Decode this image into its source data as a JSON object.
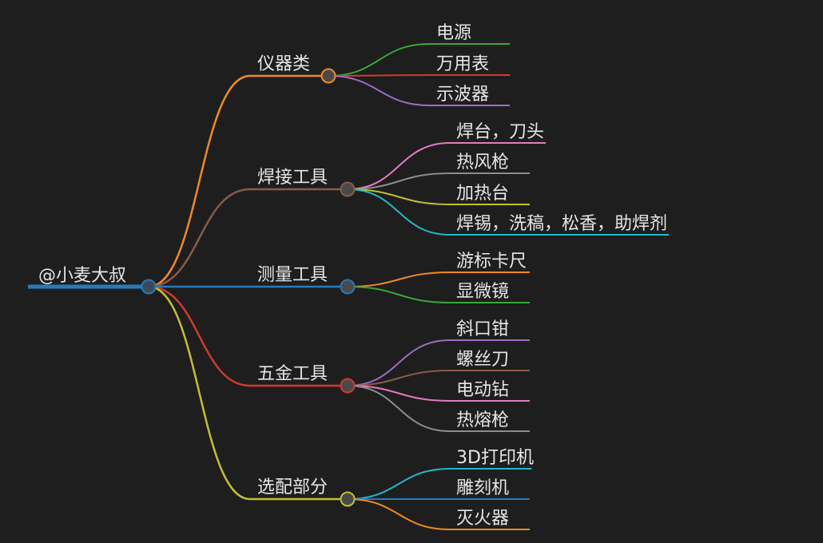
{
  "root": {
    "label": "@小麦大叔",
    "color": "#2a7ab8"
  },
  "branches": [
    {
      "label": "仪器类",
      "color": "#f28a1c",
      "leaves": [
        {
          "label": "电源",
          "color": "#3aa63a"
        },
        {
          "label": "万用表",
          "color": "#d33a2c"
        },
        {
          "label": "示波器",
          "color": "#9b6cc6"
        }
      ]
    },
    {
      "label": "焊接工具",
      "color": "#8a5a4a",
      "leaves": [
        {
          "label": "焊台，刀头",
          "color": "#e37bc0"
        },
        {
          "label": "热风枪",
          "color": "#8c8c8c"
        },
        {
          "label": "加热台",
          "color": "#c3c12c"
        },
        {
          "label": "焊锡，洗稿，松香，助焊剂",
          "color": "#1fb8c9"
        }
      ]
    },
    {
      "label": "测量工具",
      "color": "#2a7ab8",
      "leaves": [
        {
          "label": "游标卡尺",
          "color": "#f28a1c"
        },
        {
          "label": "显微镜",
          "color": "#3aa63a"
        }
      ]
    },
    {
      "label": "五金工具",
      "color": "#d33a2c",
      "leaves": [
        {
          "label": "斜口钳",
          "color": "#9b6cc6"
        },
        {
          "label": "螺丝刀",
          "color": "#8a5a4a"
        },
        {
          "label": "电动钻",
          "color": "#e37bc0"
        },
        {
          "label": "热熔枪",
          "color": "#8c8c8c"
        }
      ]
    },
    {
      "label": "选配部分",
      "color": "#c3c12c",
      "leaves": [
        {
          "label": "3D打印机",
          "color": "#1fb8c9"
        },
        {
          "label": "雕刻机",
          "color": "#2a7ab8"
        },
        {
          "label": "灭火器",
          "color": "#f28a1c"
        }
      ]
    }
  ]
}
